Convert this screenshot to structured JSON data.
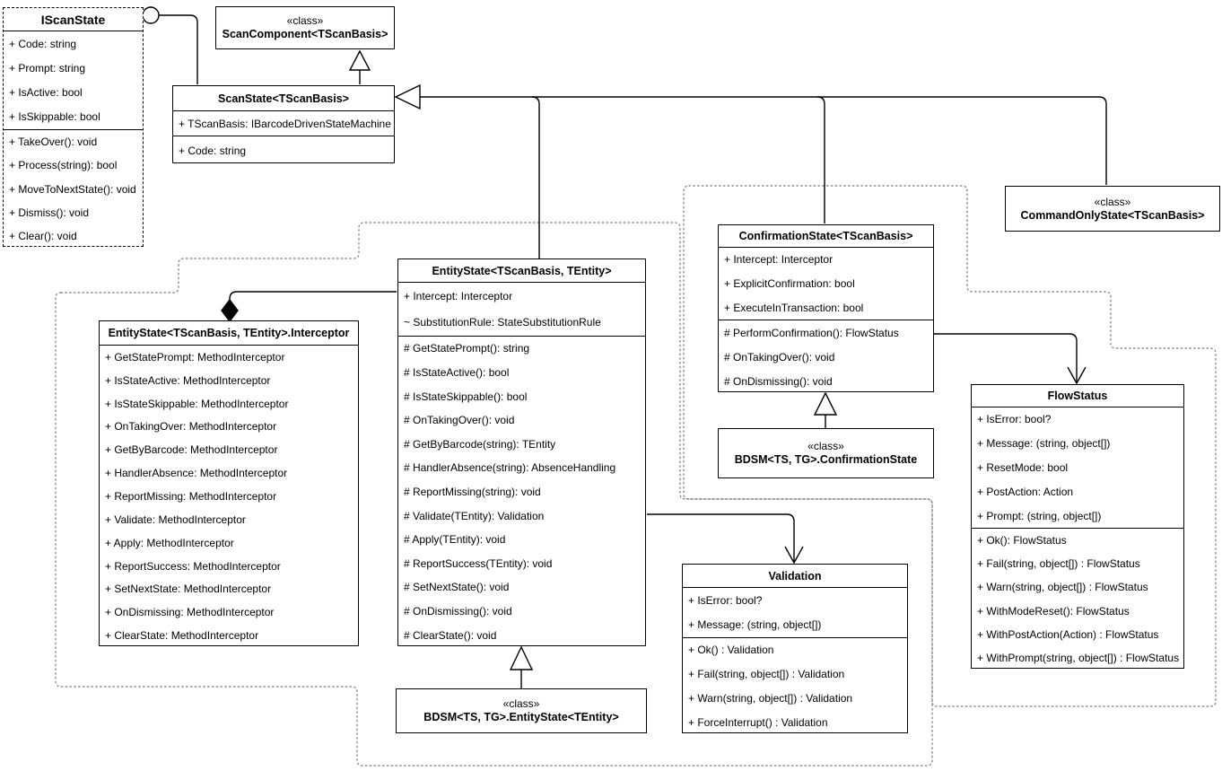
{
  "diagram": {
    "kind": "uml-class-diagram",
    "colors": {
      "background": "#ffffff",
      "line": "#000000",
      "region_border": "#8c8c8c"
    },
    "classes": [
      {
        "id": "iscanstate",
        "title": "IScanState",
        "sections": [
          [
            "+ Code: string",
            "+ Prompt: string",
            "+ IsActive: bool",
            "+ IsSkippable: bool"
          ],
          [
            "+ TakeOver(): void",
            "+ Process(string): bool",
            "+ MoveToNextState(): void",
            "+ Dismiss(): void",
            "+ Clear(): void"
          ]
        ]
      },
      {
        "id": "scancomponent",
        "stereotype": "«class»",
        "title": "ScanComponent<TScanBasis>",
        "sections": []
      },
      {
        "id": "scanstate",
        "title": "ScanState<TScanBasis>",
        "sections": [
          [
            "+ TScanBasis: IBarcodeDrivenStateMachine"
          ],
          [
            "+ Code: string"
          ]
        ]
      },
      {
        "id": "commandonlystate",
        "stereotype": "«class»",
        "title": "CommandOnlyState<TScanBasis>",
        "sections": []
      },
      {
        "id": "confirmationstate",
        "title": "ConfirmationState<TScanBasis>",
        "sections": [
          [
            "+ Intercept: Interceptor",
            "+ ExplicitConfirmation: bool",
            "+ ExecuteInTransaction: bool"
          ],
          [
            "# PerformConfirmation(): FlowStatus",
            "# OnTakingOver(): void",
            "# OnDismissing(): void"
          ]
        ]
      },
      {
        "id": "entitystate",
        "title": "EntityState<TScanBasis, TEntity>",
        "sections": [
          [
            "+ Intercept: Interceptor",
            "~ SubstitutionRule: StateSubstitutionRule"
          ],
          [
            "# GetStatePrompt(): string",
            "# IsStateActive(): bool",
            "# IsStateSkippable(): bool",
            "# OnTakingOver(): void",
            "# GetByBarcode(string): TEntity",
            "# HandlerAbsence(string): AbsenceHandling",
            "# ReportMissing(string): void",
            "# Validate(TEntity): Validation",
            "# Apply(TEntity): void",
            "# ReportSuccess(TEntity): void",
            "# SetNextState(): void",
            "# OnDismissing(): void",
            "# ClearState(): void"
          ]
        ]
      },
      {
        "id": "interceptor",
        "title": "EntityState<TScanBasis, TEntity>.Interceptor",
        "sections": [
          [
            "+ GetStatePrompt: MethodInterceptor",
            "+ IsStateActive: MethodInterceptor",
            "+ IsStateSkippable: MethodInterceptor",
            "+ OnTakingOver: MethodInterceptor",
            "+ GetByBarcode: MethodInterceptor",
            "+ HandlerAbsence: MethodInterceptor",
            "+ ReportMissing: MethodInterceptor",
            "+ Validate: MethodInterceptor",
            "+ Apply: MethodInterceptor",
            "+ ReportSuccess: MethodInterceptor",
            "+ SetNextState: MethodInterceptor",
            "+ OnDismissing: MethodInterceptor",
            "+ ClearState: MethodInterceptor"
          ]
        ]
      },
      {
        "id": "flowstatus",
        "title": "FlowStatus",
        "sections": [
          [
            "+ IsError: bool?",
            "+ Message: (string, object[])",
            "+ ResetMode: bool",
            "+ PostAction: Action",
            "+ Prompt: (string, object[])"
          ],
          [
            "+ Ok(): FlowStatus",
            "+ Fail(string, object[]) : FlowStatus",
            "+ Warn(string, object[]) : FlowStatus",
            "+ WithModeReset(): FlowStatus",
            "+ WithPostAction(Action) : FlowStatus",
            "+ WithPrompt(string, object[]) : FlowStatus"
          ]
        ]
      },
      {
        "id": "validation",
        "title": "Validation",
        "sections": [
          [
            "+ IsError: bool?",
            "+ Message: (string, object[])"
          ],
          [
            "+ Ok() : Validation",
            "+ Fail(string, object[]) : Validation",
            "+ Warn(string, object[]) : Validation",
            "+ ForceInterrupt() : Validation"
          ]
        ]
      },
      {
        "id": "bdsm_confirmationstate",
        "stereotype": "«class»",
        "title": "BDSM<TS, TG>.ConfirmationState",
        "sections": []
      },
      {
        "id": "bdsm_entitystate",
        "stereotype": "«class»",
        "title": "BDSM<TS, TG>.EntityState<TEntity>",
        "sections": []
      }
    ],
    "relationships": [
      {
        "type": "lollipop-realization",
        "from": "ScanState<TScanBasis>",
        "to": "IScanState"
      },
      {
        "type": "generalization",
        "from": "ScanState<TScanBasis>",
        "to": "ScanComponent<TScanBasis>"
      },
      {
        "type": "generalization",
        "from": "EntityState<TScanBasis, TEntity>",
        "to": "ScanState<TScanBasis>"
      },
      {
        "type": "generalization",
        "from": "ConfirmationState<TScanBasis>",
        "to": "ScanState<TScanBasis>"
      },
      {
        "type": "generalization",
        "from": "CommandOnlyState<TScanBasis>",
        "to": "ScanState<TScanBasis>"
      },
      {
        "type": "composition",
        "from": "EntityState<TScanBasis, TEntity>",
        "to": "EntityState<TScanBasis, TEntity>.Interceptor"
      },
      {
        "type": "directed-association",
        "from": "ConfirmationState<TScanBasis>",
        "to": "FlowStatus"
      },
      {
        "type": "directed-association",
        "from": "EntityState<TScanBasis, TEntity>",
        "to": "Validation"
      },
      {
        "type": "generalization",
        "from": "BDSM<TS, TG>.ConfirmationState",
        "to": "ConfirmationState<TScanBasis>"
      },
      {
        "type": "generalization",
        "from": "BDSM<TS, TG>.EntityState<TEntity>",
        "to": "EntityState<TScanBasis, TEntity>"
      }
    ]
  }
}
